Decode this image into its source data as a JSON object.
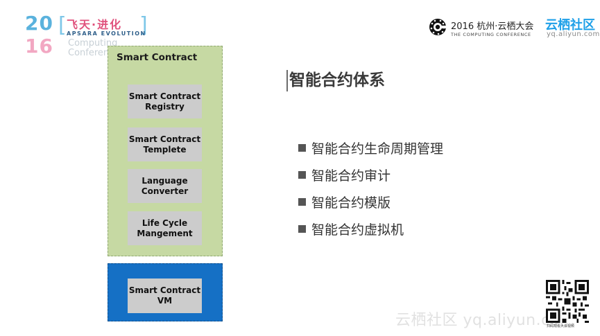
{
  "logo": {
    "year_top": "20",
    "year_bottom": "16",
    "bracket_left": "[",
    "bracket_right": "]",
    "title_cn": "飞天·进化",
    "title_en": "APSARA EVOLUTION",
    "subtitle_line1": "Computing",
    "subtitle_line2": "Conference"
  },
  "conference": {
    "title": "2016 杭州·云栖大会",
    "subtitle": "THE COMPUTING CONFERENCE",
    "icon": "conference-globe-icon"
  },
  "brand": {
    "name": "云栖社区",
    "url": "yq.aliyun.com"
  },
  "diagram": {
    "title": "Smart Contract",
    "modules": [
      {
        "label": "Smart Contract Registry"
      },
      {
        "label": "Smart Contract Templete"
      },
      {
        "label": "Language Converter"
      },
      {
        "label": "Life Cycle Mangement"
      }
    ],
    "vm": {
      "label": "Smart Contract VM"
    },
    "colors": {
      "green": "#c6d9a3",
      "blue": "#1570c5",
      "module": "#cccccc"
    }
  },
  "content": {
    "heading": "智能合约体系",
    "bullets": [
      {
        "text": "智能合约生命周期管理"
      },
      {
        "text": "智能合约审计"
      },
      {
        "text": "智能合约模版"
      },
      {
        "text": "智能合约虚拟机"
      }
    ]
  },
  "footer": {
    "watermark": "云栖社区 yq.aliyun.com",
    "qr_caption": "扫码观看大会视频",
    "qr_icon": "qr-code-icon"
  }
}
